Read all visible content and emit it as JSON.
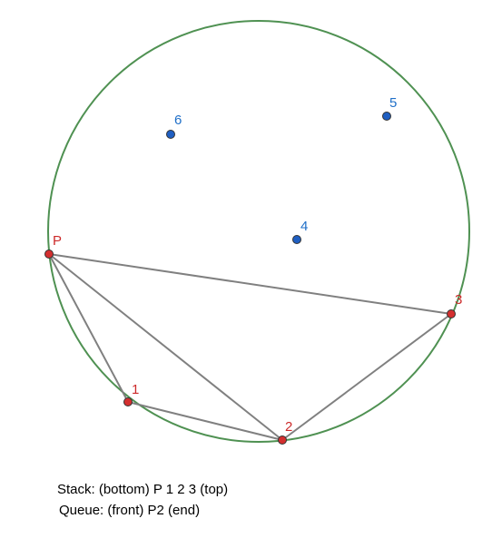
{
  "colors": {
    "circle": "#4f9152",
    "edge": "#808080",
    "hull_point": "#d42f2f",
    "hull_label": "#cc2a2a",
    "other_point": "#1f5fc2",
    "other_label": "#1f6fc8",
    "point_outline": "#333333",
    "text": "#000000"
  },
  "points": [
    {
      "id": "P",
      "label": "P",
      "kind": "hull"
    },
    {
      "id": "1",
      "label": "1",
      "kind": "hull"
    },
    {
      "id": "2",
      "label": "2",
      "kind": "hull"
    },
    {
      "id": "3",
      "label": "3",
      "kind": "hull"
    },
    {
      "id": "4",
      "label": "4",
      "kind": "other"
    },
    {
      "id": "5",
      "label": "5",
      "kind": "other"
    },
    {
      "id": "6",
      "label": "6",
      "kind": "other"
    }
  ],
  "edges": [
    [
      "P",
      "1"
    ],
    [
      "P",
      "2"
    ],
    [
      "P",
      "3"
    ],
    [
      "1",
      "2"
    ],
    [
      "2",
      "3"
    ]
  ],
  "status": {
    "stack": "Stack: (bottom) P 1 2 3 (top)",
    "queue": "Queue: (front) P2 (end)"
  }
}
